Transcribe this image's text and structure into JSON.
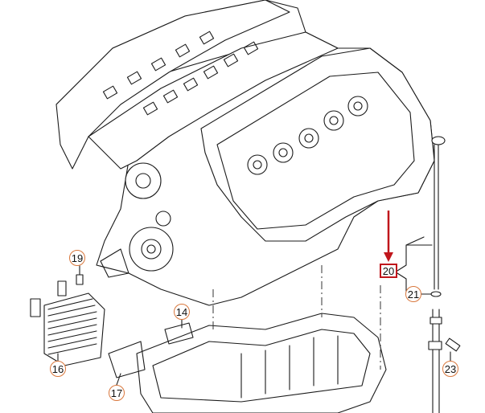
{
  "callouts": {
    "c14": "14",
    "c16": "16",
    "c17": "17",
    "c19": "19",
    "c20": "20",
    "c21": "21",
    "c23": "23"
  },
  "highlight": {
    "part": "20",
    "color": "#c0161c"
  },
  "callout_color": "#d9773c"
}
